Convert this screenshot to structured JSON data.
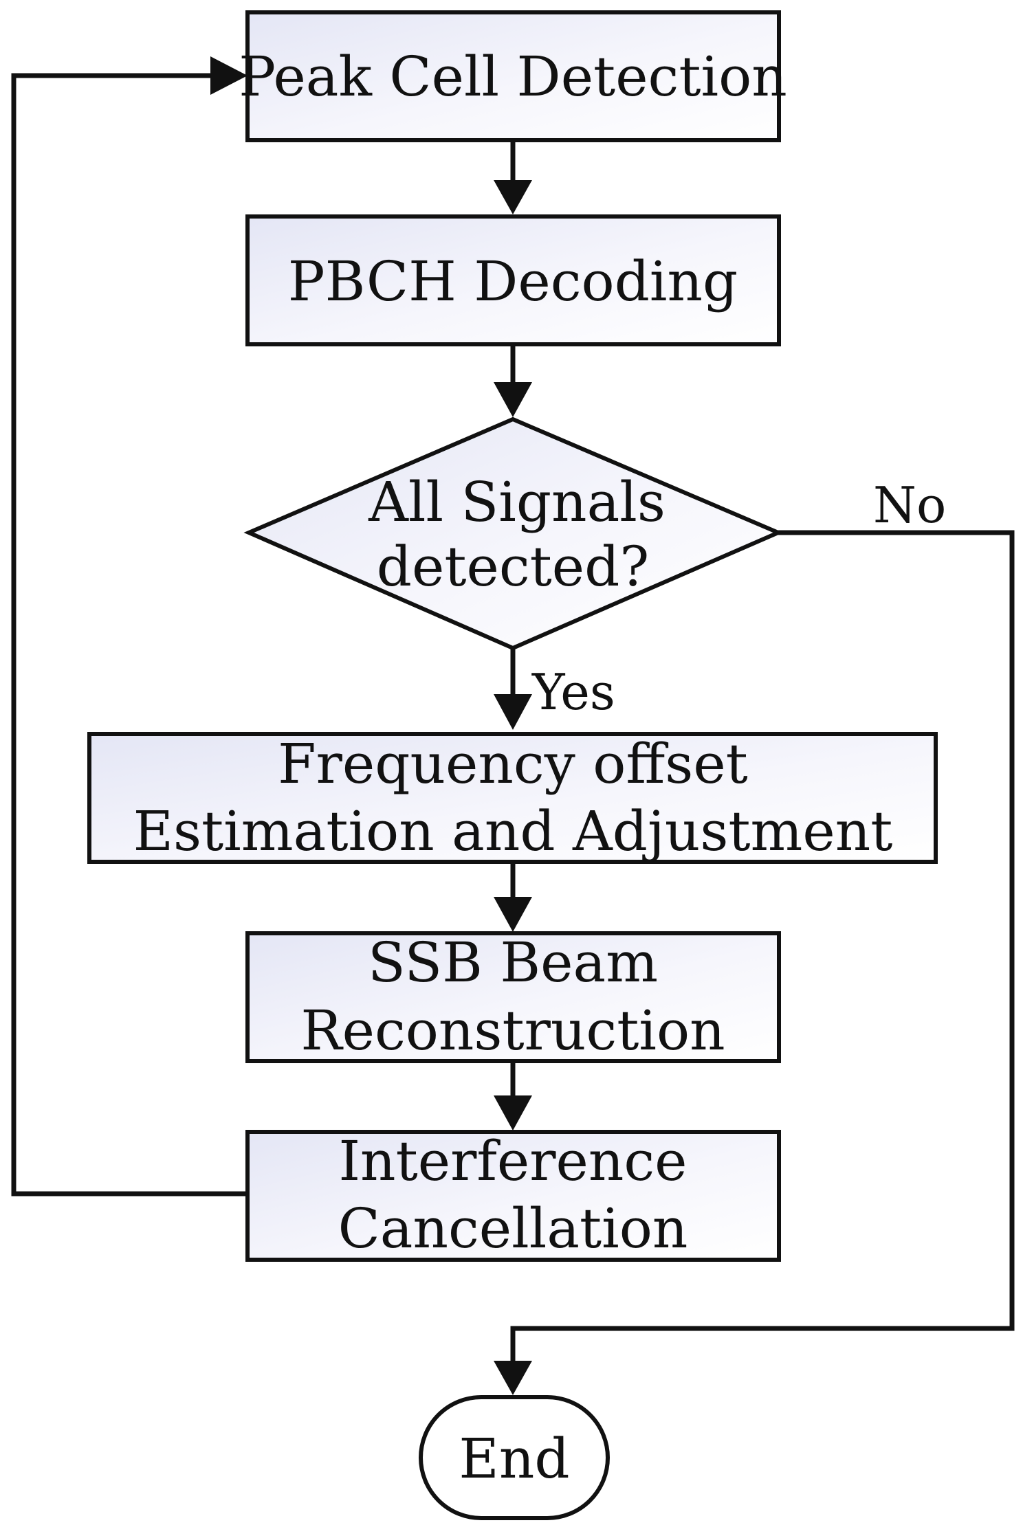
{
  "nodes": {
    "peak_cell_detection": {
      "lines": [
        "Peak Cell Detection"
      ]
    },
    "pbch_decoding": {
      "lines": [
        "PBCH Decoding"
      ]
    },
    "decision": {
      "lines": [
        "All Signals",
        "detected?"
      ]
    },
    "frequency_offset": {
      "lines": [
        "Frequency offset",
        "Estimation and Adjustment"
      ]
    },
    "ssb_beam": {
      "lines": [
        "SSB Beam",
        "Reconstruction"
      ]
    },
    "interference": {
      "lines": [
        "Interference",
        "Cancellation"
      ]
    },
    "end": {
      "lines": [
        "End"
      ]
    }
  },
  "edges": {
    "yes_label": "Yes",
    "no_label": "No"
  },
  "colors": {
    "box_fill_start": "#e4e6f5",
    "box_fill_end": "#ffffff",
    "stroke": "#111111"
  }
}
